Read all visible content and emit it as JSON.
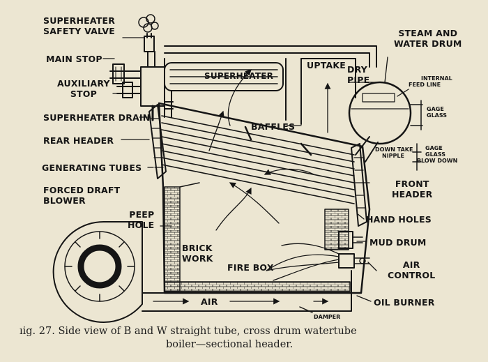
{
  "labels": {
    "superheater_safety_valve": [
      "SUPERHEATER",
      "SAFETY VALVE"
    ],
    "main_stop": "MAIN STOP",
    "auxiliary_stop": [
      "AUXILIARY",
      "STOP"
    ],
    "superheater_drain": "SUPERHEATER DRAIN",
    "rear_header": "REAR HEADER",
    "generating_tubes": "GENERATING TUBES",
    "forced_draft_blower": [
      "FORCED DRAFT",
      "BLOWER"
    ],
    "peep_hole": [
      "PEEP",
      "HOLE"
    ],
    "brick_work": [
      "BRICK",
      "WORK"
    ],
    "fire_box": "FIRE BOX",
    "air": "AIR",
    "damper": "DAMPER",
    "superheater": "SUPERHEATER",
    "uptake": "UPTAKE",
    "dry_pipe": [
      "DRY",
      "PIPE"
    ],
    "baffles": "BAFFLES",
    "steam_and_water_drum": [
      "STEAM AND",
      "WATER DRUM"
    ],
    "internal_feed_line": [
      "INTERNAL",
      "FEED LINE"
    ],
    "gage_glass": [
      "GAGE",
      "GLASS"
    ],
    "down_take_nipple": [
      "DOWN TAKE",
      "NIPPLE"
    ],
    "gage_glass_blow_down": [
      "GAGE",
      "GLASS",
      "BLOW DOWN"
    ],
    "front_header": [
      "FRONT",
      "HEADER"
    ],
    "hand_holes": "HAND HOLES",
    "mud_drum": "MUD DRUM",
    "air_control": [
      "AIR",
      "CONTROL"
    ],
    "oil_burner": "OIL BURNER"
  },
  "caption": {
    "line1": "ıig. 27. Side view of B and W straight tube, cross drum watertube",
    "line2": "boiler—sectional header."
  },
  "colors": {
    "paper": "#ece6d2",
    "ink": "#151515"
  }
}
